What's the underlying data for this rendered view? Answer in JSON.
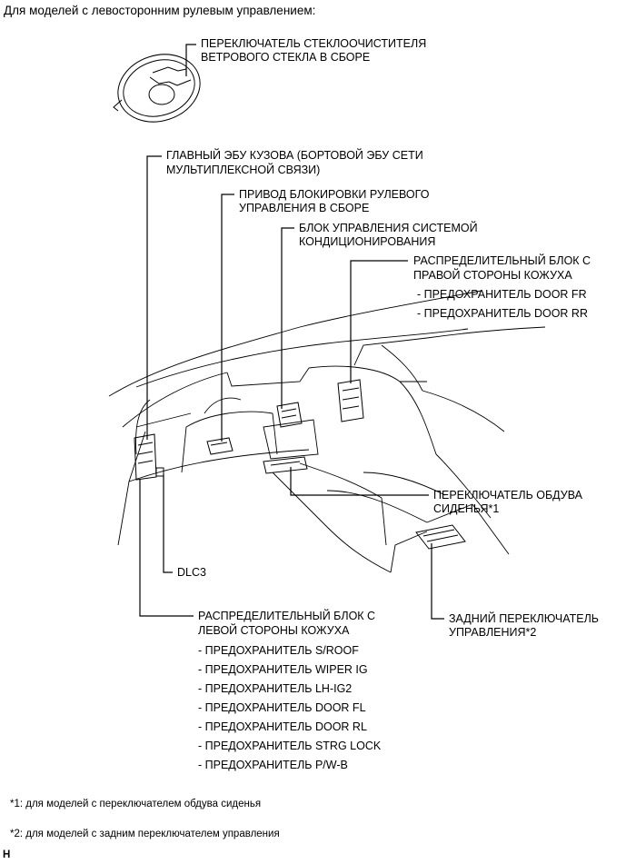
{
  "heading": "Для моделей с левосторонним рулевым управлением:",
  "labels": {
    "wiper_switch": [
      "ПЕРЕКЛЮЧАТЕЛЬ СТЕКЛООЧИСТИТЕЛЯ",
      "ВЕТРОВОГО СТЕКЛА В СБОРЕ"
    ],
    "main_body_ecu": [
      "ГЛАВНЫЙ ЭБУ КУЗОВА (БОРТОВОЙ ЭБУ СЕТИ",
      "МУЛЬТИПЛЕКСНОЙ СВЯЗИ)"
    ],
    "steering_lock": [
      "ПРИВОД БЛОКИРОВКИ РУЛЕВОГО",
      "УПРАВЛЕНИЯ В СБОРЕ"
    ],
    "ac_control": [
      "БЛОК УПРАВЛЕНИЯ СИСТЕМОЙ",
      "КОНДИЦИОНИРОВАНИЯ"
    ],
    "right_junction": {
      "title": [
        "РАСПРЕДЕЛИТЕЛЬНЫЙ БЛОК С",
        "ПРАВОЙ СТОРОНЫ КОЖУХА"
      ],
      "items": [
        "- ПРЕДОХРАНИТЕЛЬ DOOR FR",
        "- ПРЕДОХРАНИТЕЛЬ DOOR RR"
      ]
    },
    "seat_blower": [
      "ПЕРЕКЛЮЧАТЕЛЬ ОБДУВА",
      "СИДЕНЬЯ*1"
    ],
    "dlc3": "DLC3",
    "rear_control": [
      "ЗАДНИЙ ПЕРЕКЛЮЧАТЕЛЬ",
      "УПРАВЛЕНИЯ*2"
    ],
    "left_junction": {
      "title": [
        "РАСПРЕДЕЛИТЕЛЬНЫЙ БЛОК С",
        "ЛЕВОЙ СТОРОНЫ КОЖУХА"
      ],
      "items": [
        "- ПРЕДОХРАНИТЕЛЬ S/ROOF",
        "- ПРЕДОХРАНИТЕЛЬ WIPER IG",
        "- ПРЕДОХРАНИТЕЛЬ LH-IG2",
        "- ПРЕДОХРАНИТЕЛЬ DOOR FL",
        "- ПРЕДОХРАНИТЕЛЬ DOOR RL",
        "- ПРЕДОХРАНИТЕЛЬ STRG LOCK",
        "- ПРЕДОХРАНИТЕЛЬ P/W-B"
      ]
    }
  },
  "footnotes": [
    "*1: для моделей с переключателем обдува сиденья",
    "*2: для моделей с задним переключателем управления"
  ],
  "corner_code": "H"
}
